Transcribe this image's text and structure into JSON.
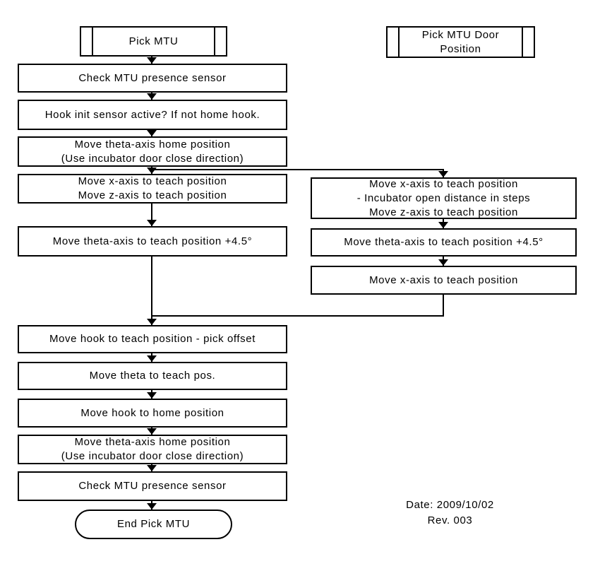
{
  "colors": {
    "line": "#000000",
    "background": "#ffffff",
    "box_fill": "#ffffff"
  },
  "flow": {
    "start_main": {
      "label": "Pick MTU"
    },
    "start_door": {
      "lines": [
        "Pick MTU Door",
        "Position"
      ]
    },
    "left_steps": [
      {
        "id": "check-mtu-1",
        "lines": [
          "Check MTU presence sensor"
        ]
      },
      {
        "id": "hook-init",
        "lines": [
          "Hook init sensor active? If not home hook."
        ]
      },
      {
        "id": "theta-home-1",
        "lines": [
          "Move theta-axis home position",
          "(Use incubator door close direction)"
        ]
      },
      {
        "id": "move-xz",
        "lines": [
          "Move x-axis to teach position",
          "Move z-axis to teach position"
        ]
      },
      {
        "id": "theta-teach",
        "lines": [
          "Move theta-axis to teach position +4.5°"
        ]
      },
      {
        "id": "hook-teach",
        "lines": [
          "Move hook to teach position - pick offset"
        ]
      },
      {
        "id": "theta-pos",
        "lines": [
          "Move theta to teach pos."
        ]
      },
      {
        "id": "hook-home",
        "lines": [
          "Move hook to home position"
        ]
      },
      {
        "id": "theta-home-2",
        "lines": [
          "Move theta-axis home position",
          "(Use incubator door close direction)"
        ]
      },
      {
        "id": "check-mtu-2",
        "lines": [
          "Check MTU presence sensor"
        ]
      }
    ],
    "right_steps": [
      {
        "id": "move-xz-open",
        "lines": [
          "Move x-axis to teach position",
          "- Incubator open distance in steps",
          "Move z-axis to teach position"
        ]
      },
      {
        "id": "theta-teach-door",
        "lines": [
          "Move theta-axis to teach position +4.5°"
        ]
      },
      {
        "id": "move-x-teach",
        "lines": [
          "Move x-axis to teach position"
        ]
      }
    ],
    "end_node": {
      "label": "End Pick MTU"
    },
    "footer": {
      "date": "Date: 2009/10/02",
      "rev": "Rev. 003"
    }
  }
}
